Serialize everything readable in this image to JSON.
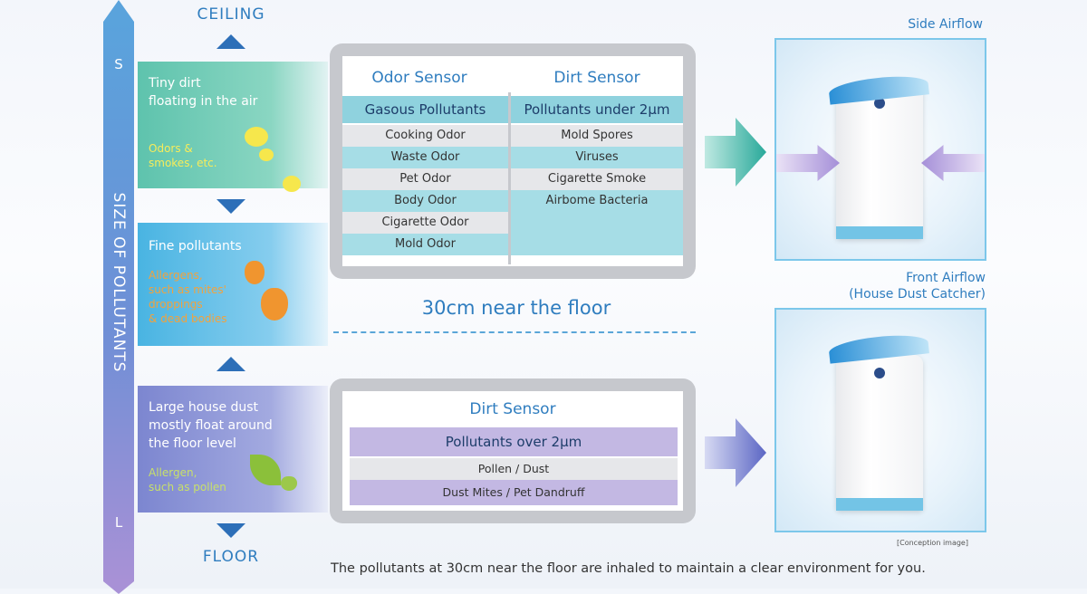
{
  "axis": {
    "title": "SIZE OF POLLUTANTS",
    "small_label": "S",
    "large_label": "L",
    "top_label": "CEILING",
    "bottom_label": "FLOOR"
  },
  "zones": [
    {
      "title": [
        "Tiny dirt",
        "floating in the air"
      ],
      "sub": [
        "Odors &",
        "smokes, etc."
      ],
      "sub_color": "#f7ec5a",
      "icon": "smoke-puff-icon"
    },
    {
      "title": [
        "Fine pollutants"
      ],
      "sub": [
        "Allergens,",
        "such as mites'",
        "droppings",
        "& dead bodies"
      ],
      "sub_color": "#f3a23c",
      "icon": "dust-mite-icon"
    },
    {
      "title": [
        "Large house dust",
        "mostly float around",
        "the floor level"
      ],
      "sub": [
        "Allergen,",
        "such as pollen"
      ],
      "sub_color": "#c8e06a",
      "icon": "pollen-leaf-icon"
    }
  ],
  "upper_panel": {
    "columns": [
      {
        "header": "Odor Sensor",
        "subheader": "Gasous Pollutants",
        "rows": [
          "Cooking Odor",
          "Waste Odor",
          "Pet Odor",
          "Body Odor",
          "Cigarette Odor",
          "Mold Odor"
        ]
      },
      {
        "header": "Dirt Sensor",
        "subheader": "Pollutants under 2µm",
        "rows": [
          "Mold Spores",
          "Viruses",
          "Cigarette Smoke",
          "Airbome Bacteria"
        ]
      }
    ]
  },
  "floor_line_label": "30cm near the floor",
  "lower_panel": {
    "header": "Dirt Sensor",
    "subheader": "Pollutants over 2µm",
    "rows": [
      "Pollen / Dust",
      "Dust Mites / Pet Dandruff"
    ]
  },
  "photos": [
    {
      "label": [
        "Side Airflow"
      ]
    },
    {
      "label": [
        "Front Airflow",
        "(House Dust Catcher)"
      ]
    }
  ],
  "conception_note": "[Conception image]",
  "caption": "The pollutants at 30cm near the floor are inhaled to maintain a clear environment for you.",
  "colors": {
    "accent_blue": "#2f7dbf",
    "teal_row": "#a6dde6",
    "grey_row": "#e6e7ea",
    "purple_row": "#c3b8e3"
  }
}
